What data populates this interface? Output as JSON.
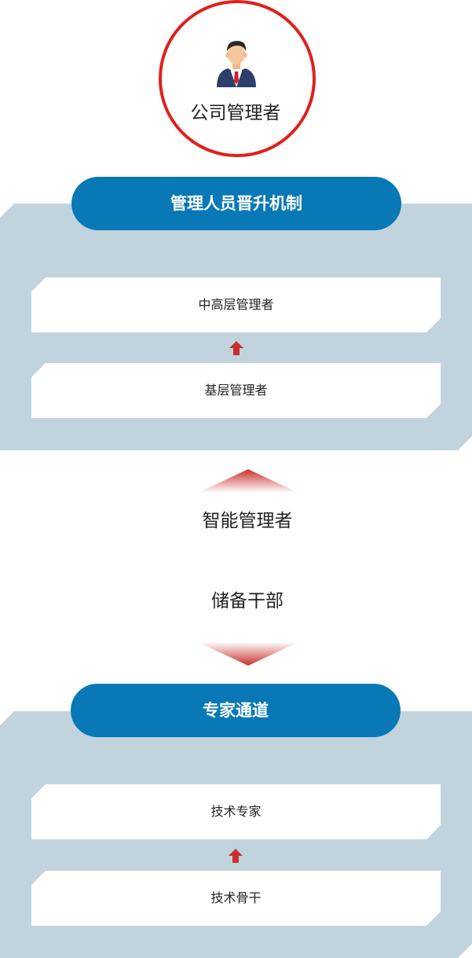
{
  "top": {
    "title": "公司管理者",
    "icon": "manager-avatar-icon",
    "border_color": "#e0201b"
  },
  "management_track": {
    "title": "管理人员晋升机制",
    "levels": [
      "中高层管理者",
      "基层管理者"
    ]
  },
  "middle": {
    "upper_label": "智能管理者",
    "lower_label": "储备干部"
  },
  "expert_track": {
    "title": "专家通道",
    "levels": [
      "技术专家",
      "技术骨干"
    ]
  },
  "colors": {
    "accent_blue": "#0878b6",
    "panel_bg": "#c1d4de",
    "arrow_red": "#c8312a"
  }
}
